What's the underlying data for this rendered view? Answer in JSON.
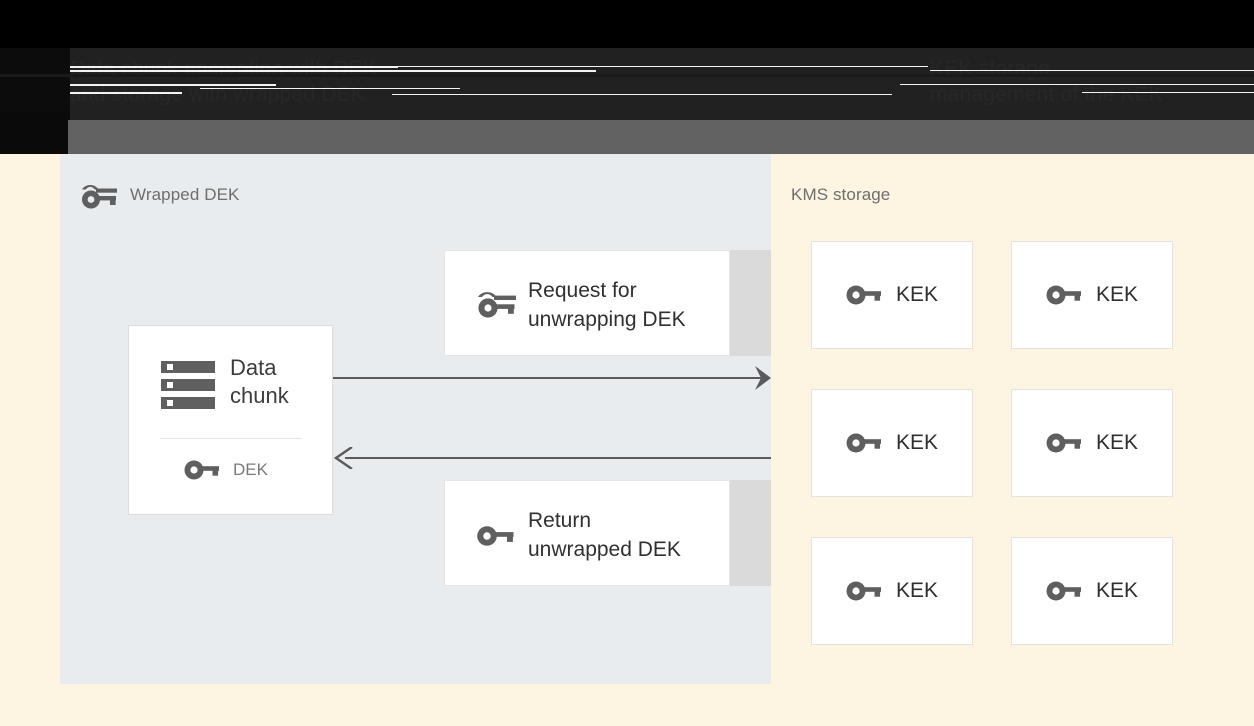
{
  "header": {
    "line_left": "Data chunk encryption with DEK\nand storage with wrapped DEK",
    "line_right": "KEK storage\nmanagement of the KEK"
  },
  "panels": {
    "left": {
      "title": "Wrapped DEK",
      "title_icon": "wrapped-key-icon"
    },
    "right": {
      "title": "KMS storage"
    }
  },
  "data_chunk_card": {
    "icon": "storage-icon",
    "label": "Data\nchunk",
    "key_icon": "key-icon",
    "key_label": "DEK"
  },
  "messages": [
    {
      "id": "request",
      "icon": "wrapped-key-icon",
      "text": "Request for\nunwrapping DEK"
    },
    {
      "id": "return",
      "icon": "key-icon",
      "text": "Return\nunwrapped DEK"
    }
  ],
  "arrows": [
    {
      "id": "request-arrow",
      "direction": "right"
    },
    {
      "id": "return-arrow",
      "direction": "left"
    }
  ],
  "kek_cards": [
    {
      "icon": "key-icon",
      "label": "KEK"
    },
    {
      "icon": "key-icon",
      "label": "KEK"
    },
    {
      "icon": "key-icon",
      "label": "KEK"
    },
    {
      "icon": "key-icon",
      "label": "KEK"
    },
    {
      "icon": "key-icon",
      "label": "KEK"
    },
    {
      "icon": "key-icon",
      "label": "KEK"
    }
  ],
  "colors": {
    "background": "#fdf5e1",
    "left_panel": "#e8ecef",
    "card": "#ffffff",
    "strip": "#dadada",
    "arrow": "#5a5a5a",
    "icon": "#5f5f5f",
    "title_text": "#6e6e6e",
    "header_band": "#212121",
    "grey_bar": "#626262"
  }
}
